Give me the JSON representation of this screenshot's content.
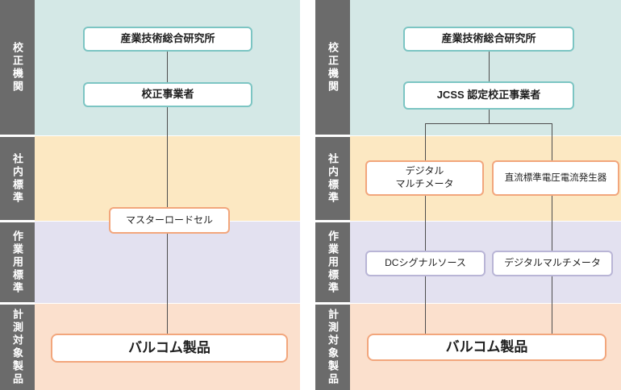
{
  "colors": {
    "band_calibration": "#d4e8e6",
    "band_internal": "#fce8c2",
    "band_working": "#e3e1f0",
    "band_product": "#fbe0cd",
    "rail_gray": "#6b6b6b",
    "border_teal": "#7cc5c3",
    "border_orange": "#f2a67c",
    "border_purple": "#b9b5d6",
    "connector": "#4d4d4d"
  },
  "rows": {
    "calibration_org": "校正機関",
    "internal_standard": "社内標準",
    "working_standard": "作業用標準",
    "measured_product": "計測対象製品"
  },
  "left": {
    "sidebar": [
      "校正機関",
      "社内標準",
      "作業用標準",
      "計測対象製品"
    ],
    "boxes": {
      "nmij": "産業技術総合研究所",
      "calibrator": "校正事業者",
      "master": "マスターロードセル",
      "product": "バルコム製品"
    }
  },
  "right": {
    "sidebar": [
      "校正機関",
      "社内標準",
      "作業用標準",
      "計測対象製品"
    ],
    "boxes": {
      "nmij": "産業技術総合研究所",
      "jcss": "JCSS 認定校正事業者",
      "dmm_standard": "デジタル\nマルチメータ",
      "dc_generator": "直流標準電圧電流発生器",
      "dc_source": "DCシグナルソース",
      "dmm_working": "デジタルマルチメータ",
      "product": "バルコム製品"
    }
  }
}
